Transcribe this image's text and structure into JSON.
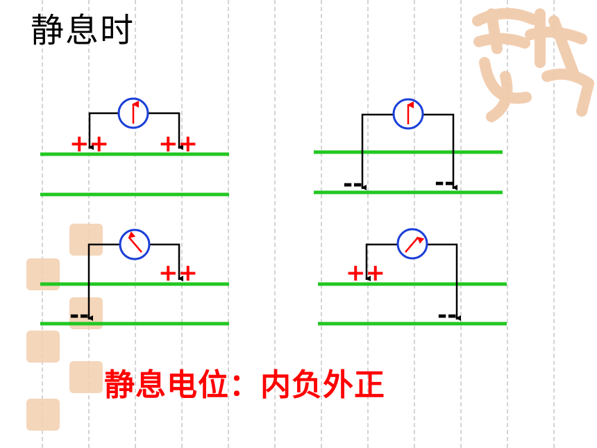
{
  "title": "静息时",
  "caption": "静息电位：内负外正",
  "colors": {
    "membrane": "#22c722",
    "charge_positive": "#ff0000",
    "charge_negative": "#000000",
    "meter_ring": "#1a3fd8",
    "meter_needle": "#ff0000",
    "caption": "#ff0000",
    "seal": "#f0c8a8"
  },
  "panels": [
    {
      "id": "top-left",
      "left_charge": "++",
      "right_charge": "++",
      "needle": "center"
    },
    {
      "id": "top-right",
      "left_charge": "--",
      "right_charge": "--",
      "needle": "center"
    },
    {
      "id": "bottom-left",
      "left_charge": "--",
      "right_charge": "++",
      "needle": "left"
    },
    {
      "id": "bottom-right",
      "left_charge": "++",
      "right_charge": "--",
      "needle": "right"
    }
  ],
  "icons": [
    "galvanometer-icon",
    "seal-watermark-icon"
  ]
}
